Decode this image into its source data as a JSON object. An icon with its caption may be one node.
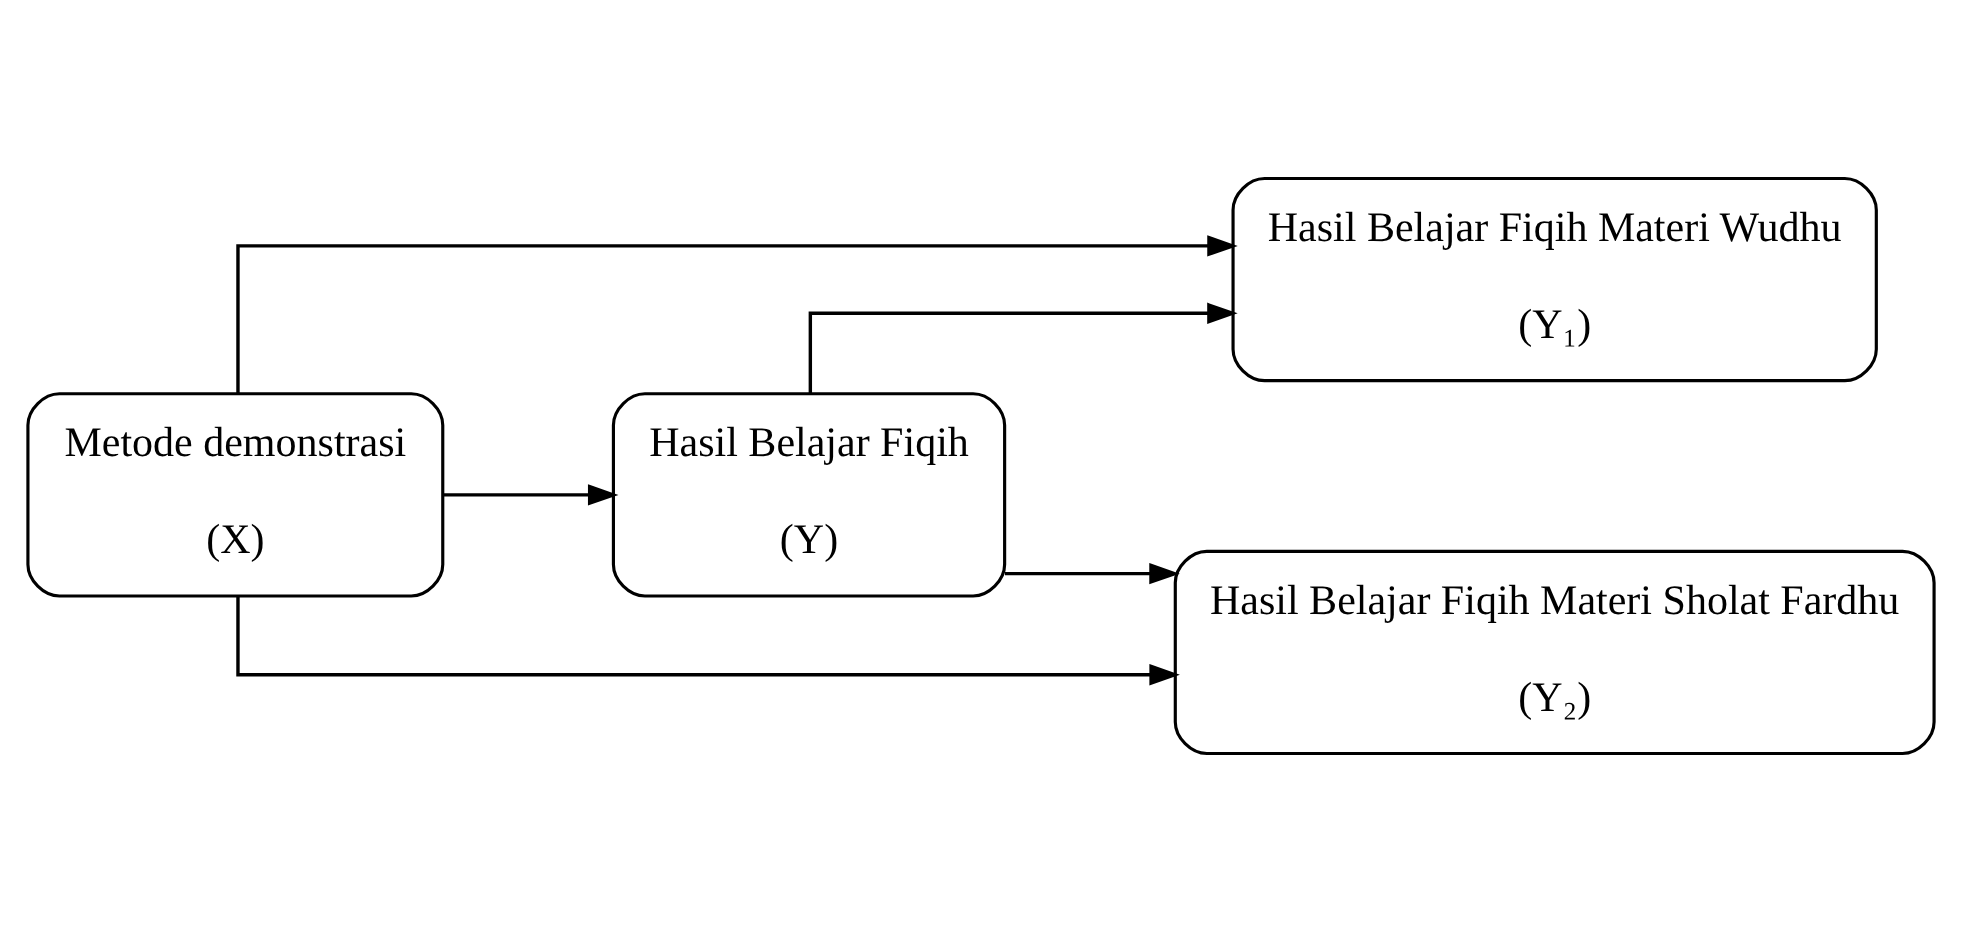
{
  "diagram": {
    "nodes": [
      {
        "text": [
          "Metode demonstrasi",
          "(X)"
        ]
      },
      {
        "text": [
          "Hasil Belajar Fiqih",
          "(Y)"
        ]
      },
      {
        "text": [
          "Hasil Belajar Fiqih Materi Wudhu",
          "(Y₁)"
        ]
      },
      {
        "text": [
          "Hasil Belajar Fiqih Materi Sholat Fardhu",
          "(Y₂)"
        ]
      }
    ],
    "edges": [
      {
        "from": 0,
        "to": 2,
        "arrow": "to"
      },
      {
        "from": 0,
        "to": 1,
        "arrow": "to"
      },
      {
        "from": 1,
        "to": 2,
        "arrow": "to"
      },
      {
        "from": 1,
        "to": 3,
        "arrow": "to"
      },
      {
        "from": 0,
        "to": 3,
        "arrow": "to"
      }
    ]
  }
}
